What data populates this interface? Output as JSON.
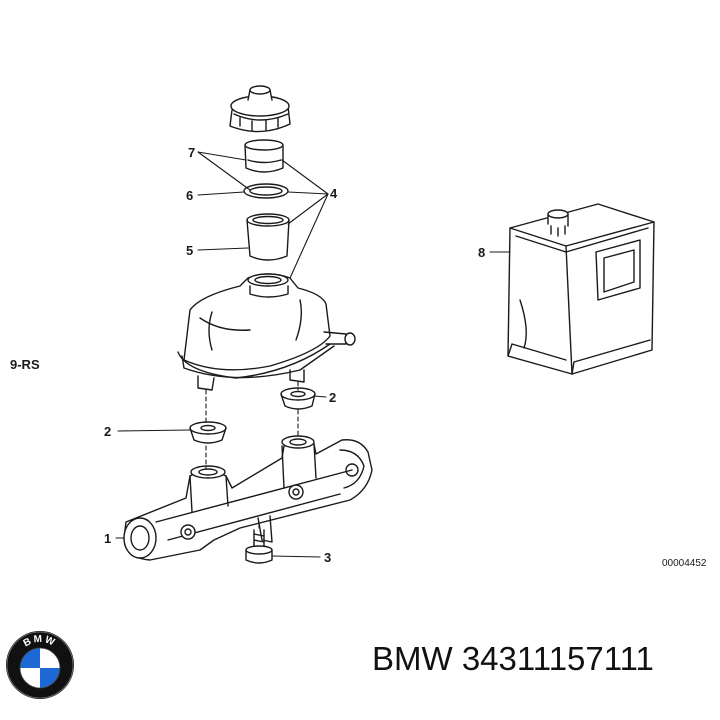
{
  "callouts": {
    "c1": "1",
    "c2a": "2",
    "c2b": "2",
    "c3": "3",
    "c4": "4",
    "c5": "5",
    "c6": "6",
    "c7": "7",
    "c8": "8",
    "c9": "9-RS"
  },
  "diagram_code": "00004452",
  "logo": {
    "letters": "BMW",
    "colors": {
      "blue": "#1c69d4",
      "ring": "#111111",
      "white": "#ffffff"
    }
  },
  "product": {
    "brand": "BMW",
    "part_number": "34311157111"
  }
}
